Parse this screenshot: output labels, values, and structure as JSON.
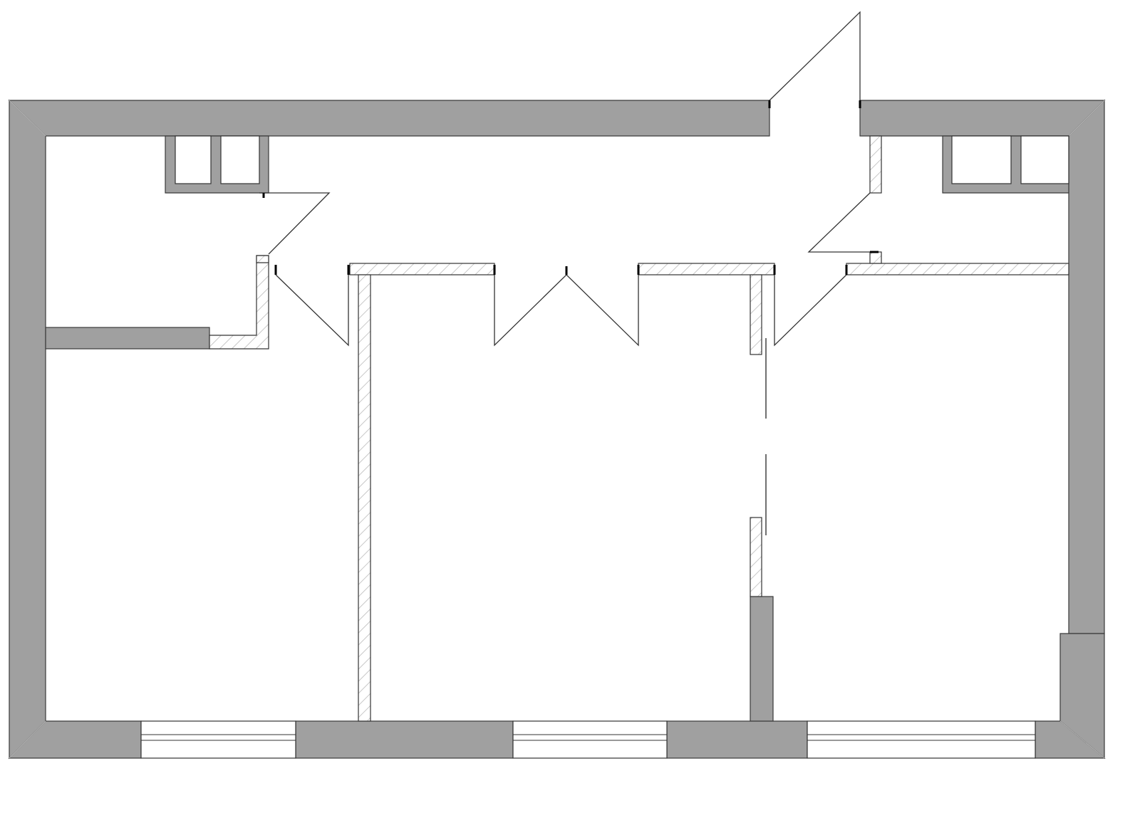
{
  "floor_plan": {
    "rooms": 3,
    "windows": 3,
    "swing_doors": 6,
    "sliding_doors": 1,
    "ventilation_shafts": 4,
    "colors": {
      "background": "#ffffff",
      "load_bearing_wall": "#a0a0a0",
      "partition_hatch": "#c8c8c8",
      "outline": "#333333"
    }
  }
}
